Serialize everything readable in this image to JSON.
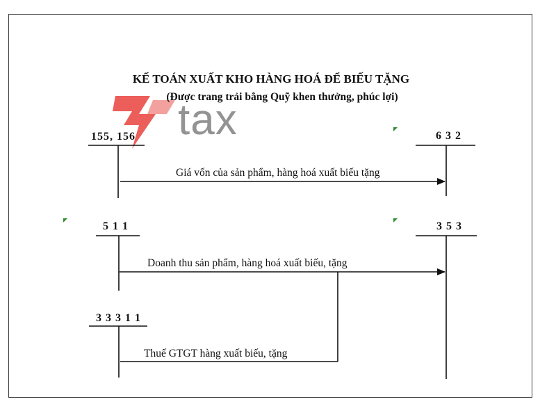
{
  "title": "KẾ TOÁN XUẤT KHO HÀNG HOÁ ĐỂ BIẾU TẶNG",
  "subtitle": "(Được trang trải bằng Quỹ khen thưởng, phúc lợi)",
  "watermark": {
    "text": "tax"
  },
  "accounts": {
    "a155": "155, 156",
    "a632": "6 3 2",
    "a511": "5 1 1",
    "a353": "3 5 3",
    "a33311": "3 3 3 1 1"
  },
  "flows": {
    "cost": "Giá vốn của sản phẩm, hàng hoá xuất biếu tặng",
    "revenue": "Doanh thu sản phẩm, hàng hoá xuất biếu, tặng",
    "vat": "Thuế GTGT hàng xuất biếu, tặng"
  },
  "colors": {
    "watermark_red": "#e8423c",
    "watermark_gray": "#8a8a8a",
    "line": "#111111"
  }
}
